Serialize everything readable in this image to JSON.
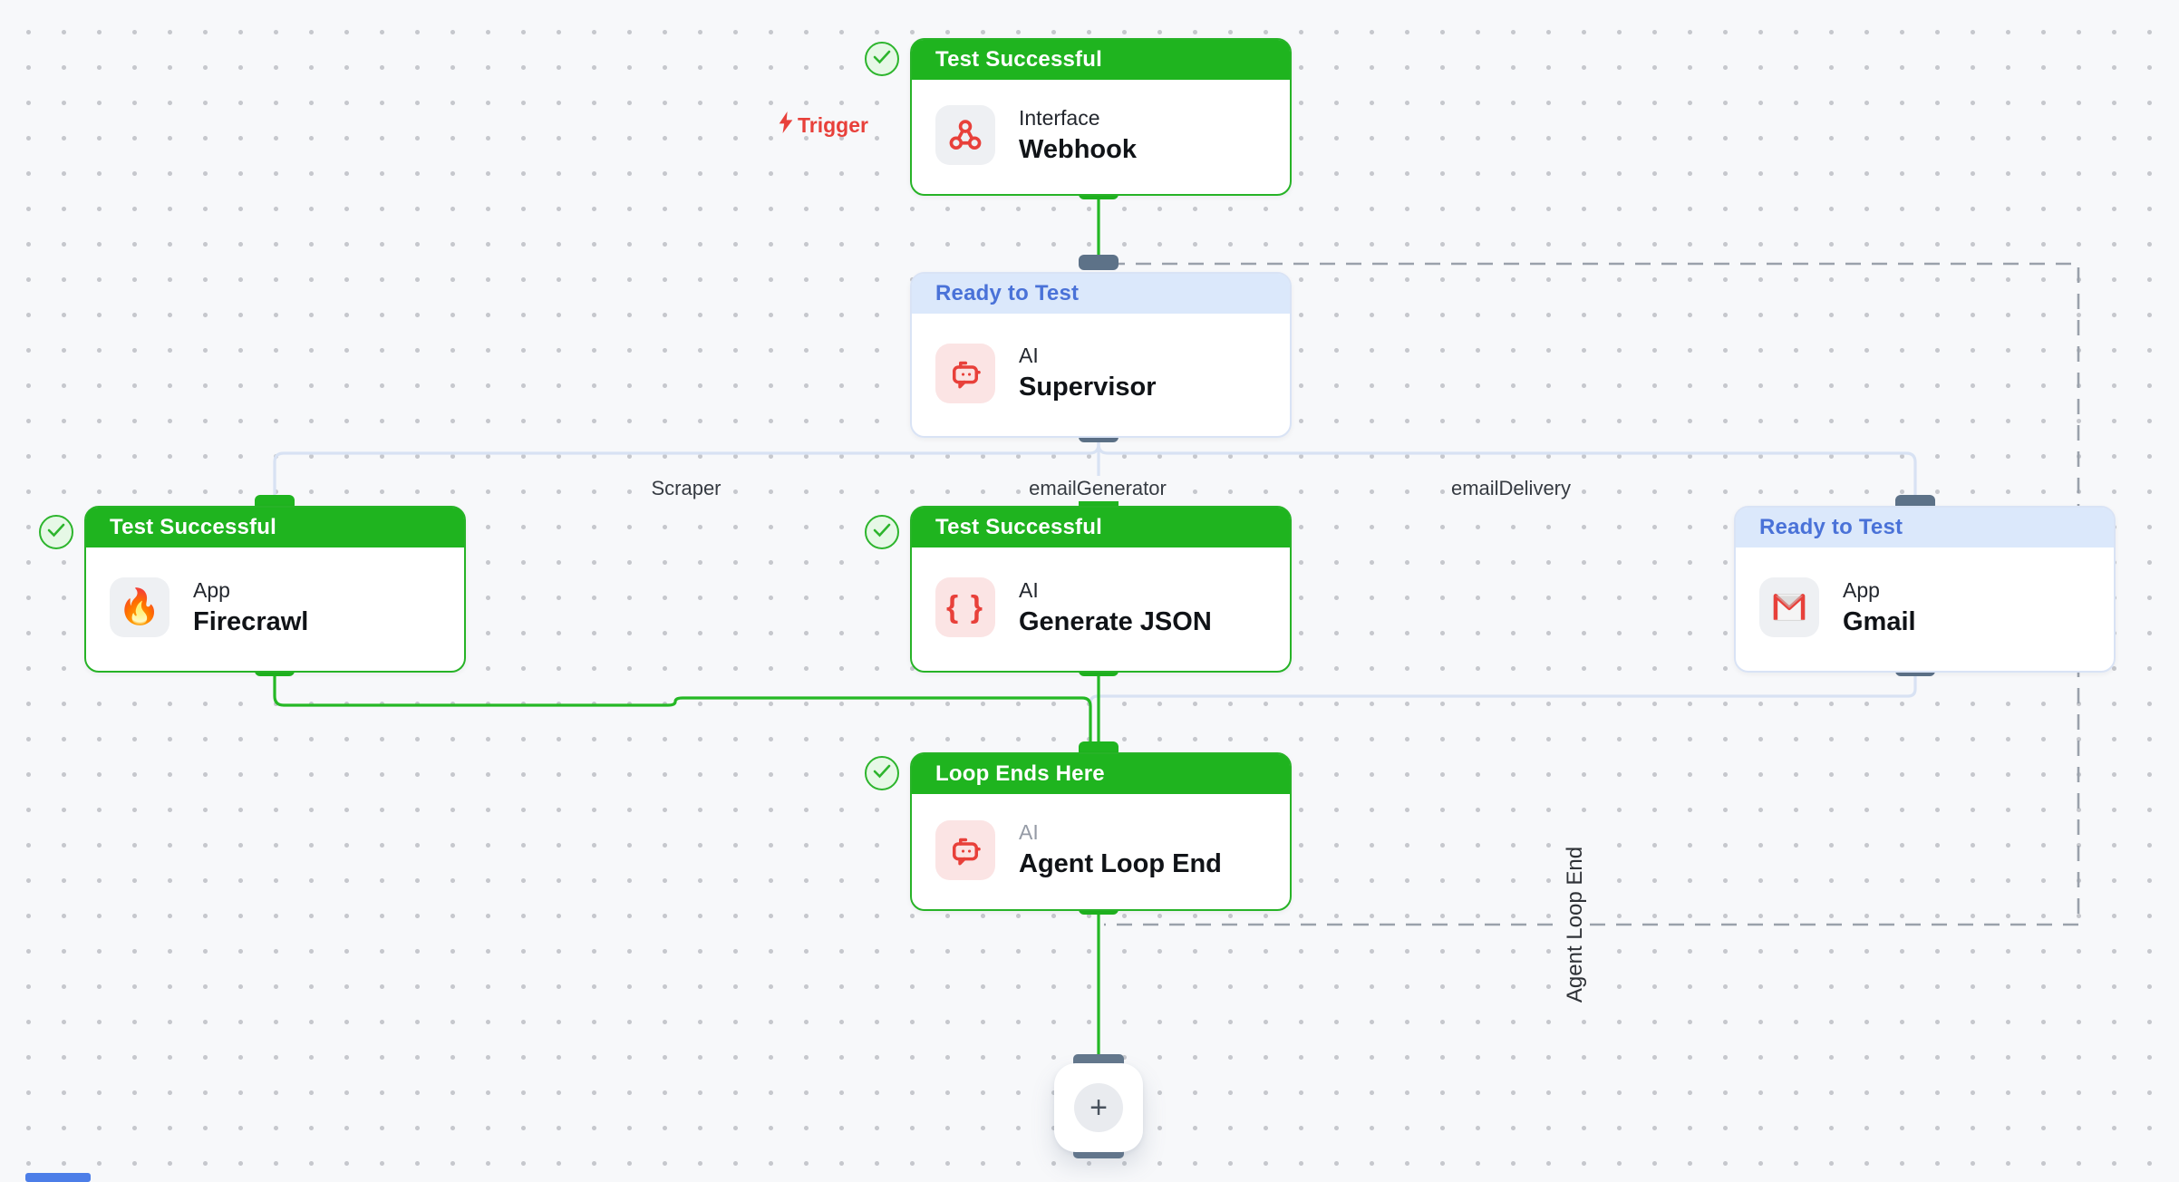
{
  "canvas": {
    "trigger_label": "Trigger",
    "loop_region_label": "Agent Loop End",
    "add_node_label": "+"
  },
  "edge_labels": {
    "scraper": "Scraper",
    "email_generator": "emailGenerator",
    "email_delivery": "emailDelivery"
  },
  "nodes": {
    "webhook": {
      "status": "Test Successful",
      "category": "Interface",
      "title": "Webhook"
    },
    "supervisor": {
      "status": "Ready to Test",
      "category": "AI",
      "title": "Supervisor"
    },
    "firecrawl": {
      "status": "Test Successful",
      "category": "App",
      "title": "Firecrawl"
    },
    "generate_json": {
      "status": "Test Successful",
      "category": "AI",
      "title": "Generate JSON"
    },
    "gmail": {
      "status": "Ready to Test",
      "category": "App",
      "title": "Gmail"
    },
    "agent_loop_end": {
      "status": "Loop Ends Here",
      "category": "AI",
      "title": "Agent Loop End"
    }
  },
  "icons": {
    "firecrawl_emoji": "🔥",
    "generate_json_glyph": "{ }"
  },
  "colors": {
    "success_green": "#1fb41f",
    "edge_green": "#25b825",
    "ready_header_bg": "#dbe8fb",
    "ready_text_blue": "#4a72d8",
    "edge_neutral": "#d8e2f3",
    "handle_slate": "#5d7288",
    "loop_dash_gray": "#9aa1ab",
    "accent_red": "#e8403a",
    "canvas_bg": "#f7f8fa"
  }
}
